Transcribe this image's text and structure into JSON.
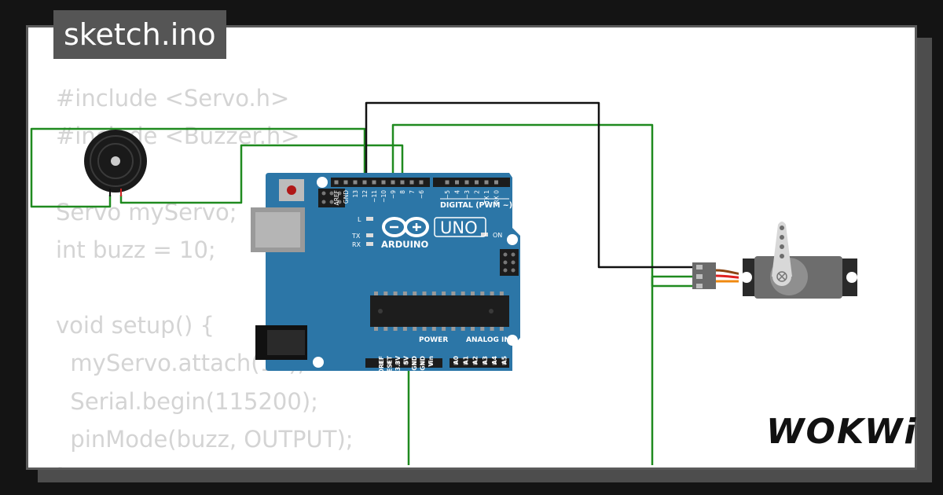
{
  "file": {
    "tab_name": "sketch.ino"
  },
  "code_lines": [
    "#include <Servo.h>",
    "#include <Buzzer.h>",
    "",
    "Servo myServo;",
    "int buzz = 10;",
    "",
    "void setup() {",
    "  myServo.attach(11);",
    "  Serial.begin(115200);",
    "  pinMode(buzz, OUTPUT);",
    "}"
  ],
  "board": {
    "model_label": "UNO",
    "brand_label": "ARDUINO",
    "digital_header_label": "DIGITAL (PWM ~)",
    "power_header_label": "POWER",
    "analog_header_label": "ANALOG IN",
    "led_l_label": "L",
    "led_tx_label": "TX",
    "led_rx_label": "RX",
    "led_on_label": "ON",
    "top_pins": [
      "AREF",
      "GND",
      "13",
      "12",
      "~11",
      "~10",
      "~9",
      "8",
      "7",
      "~6",
      "~5",
      "4",
      "~3",
      "2",
      "TX 1",
      "RX 0"
    ],
    "bottom_power_pins": [
      "IOREF",
      "RESET",
      "3.3V",
      "5V",
      "GND",
      "GND",
      "Vin"
    ],
    "bottom_analog_pins": [
      "A0",
      "A1",
      "A2",
      "A3",
      "A4",
      "A5"
    ]
  },
  "branding": {
    "logo_text": "WOKWi"
  },
  "colors": {
    "board": "#2c76a7",
    "wire_green": "#1f8a1f",
    "wire_black": "#111111",
    "code_text": "#d4d4d4",
    "tab_bg": "#555555"
  }
}
